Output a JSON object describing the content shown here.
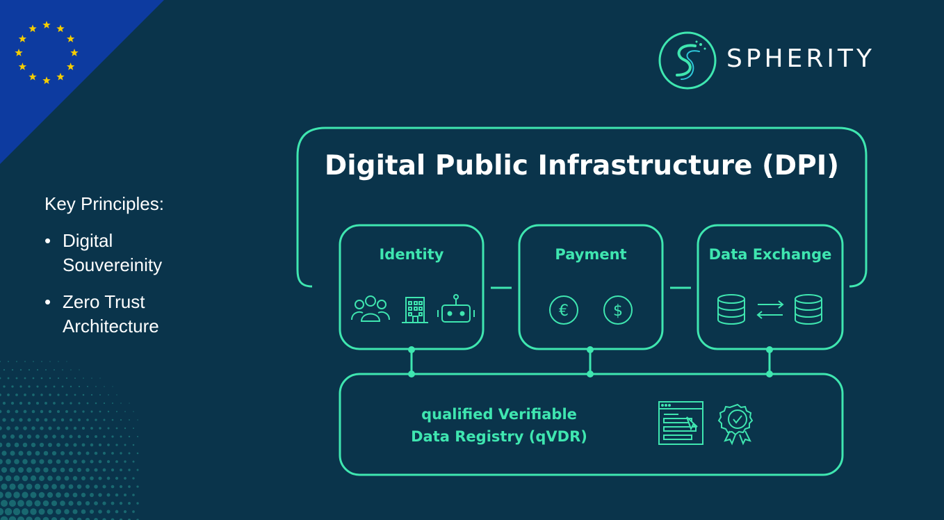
{
  "principles": {
    "heading": "Key Principles:",
    "items": [
      {
        "bullet": "•",
        "text": "Digital Souvereinity"
      },
      {
        "bullet": "•",
        "text": "Zero Trust Architecture"
      }
    ]
  },
  "brand": {
    "name": "SPHERITY",
    "logo_icon": "spherity-s-logo-icon"
  },
  "diagram": {
    "title": "Digital Public Infrastructure (DPI)",
    "boxes": [
      {
        "label": "Identity",
        "icons": [
          "people-group-icon",
          "building-icon",
          "robot-icon"
        ]
      },
      {
        "label": "Payment",
        "icons": [
          "euro-coin-icon",
          "dollar-coin-icon"
        ]
      },
      {
        "label": "Data Exchange",
        "icons": [
          "database-icon",
          "exchange-arrows-icon",
          "database-icon"
        ]
      }
    ],
    "registry": {
      "line1": "qualified Verifiable",
      "line2": "Data Registry (qVDR)",
      "icons": [
        "document-window-icon",
        "certificate-badge-icon"
      ]
    }
  },
  "colors": {
    "background": "#0a344b",
    "accent": "#3fe6b0",
    "eu_blue": "#0d3ba0",
    "eu_star": "#f5cd00",
    "text": "#ffffff"
  }
}
